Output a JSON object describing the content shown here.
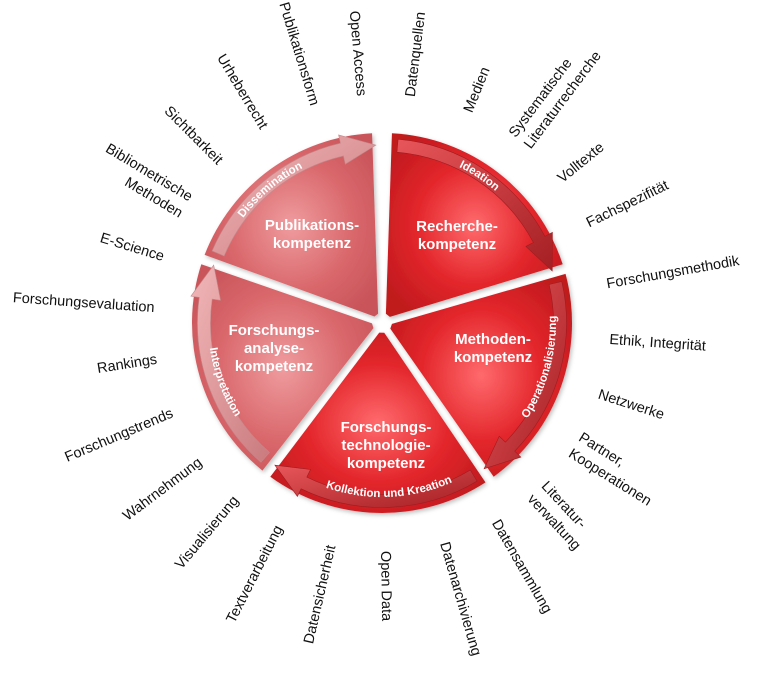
{
  "colors": {
    "accent": "#d41f23",
    "segment_light": "#d66469",
    "arrow_dark": "#b3282c",
    "arrow_light": "#d98e91"
  },
  "segments": [
    {
      "key": "recherche",
      "label_lines": [
        "Recherche-",
        "kompetenz"
      ],
      "phase": "Ideation"
    },
    {
      "key": "methoden",
      "label_lines": [
        "Methoden-",
        "kompetenz"
      ],
      "phase": "Operationalisierung"
    },
    {
      "key": "technologie",
      "label_lines": [
        "Forschungs-",
        "technologie-",
        "kompetenz"
      ],
      "phase": "Kollektion und Kreation"
    },
    {
      "key": "analyse",
      "label_lines": [
        "Forschungs-",
        "analyse-",
        "kompetenz"
      ],
      "phase": "Interpretation"
    },
    {
      "key": "publikation",
      "label_lines": [
        "Publikations-",
        "kompetenz"
      ],
      "phase": "Dissemination"
    }
  ],
  "outer_labels": [
    {
      "lines": [
        "Datenquellen"
      ]
    },
    {
      "lines": [
        "Medien"
      ]
    },
    {
      "lines": [
        "Systematische",
        "Literaturrecherche"
      ]
    },
    {
      "lines": [
        "Volltexte"
      ]
    },
    {
      "lines": [
        "Fachspezifität"
      ]
    },
    {
      "lines": [
        "Forschungsmethodik"
      ]
    },
    {
      "lines": [
        "Ethik, Integrität"
      ]
    },
    {
      "lines": [
        "Netzwerke"
      ]
    },
    {
      "lines": [
        "Partner,",
        "Kooperationen"
      ]
    },
    {
      "lines": [
        "Literatur-",
        "verwaltung"
      ]
    },
    {
      "lines": [
        "Datensammlung"
      ]
    },
    {
      "lines": [
        "Datenarchivierung"
      ]
    },
    {
      "lines": [
        "Open Data"
      ]
    },
    {
      "lines": [
        "Datensicherheit"
      ]
    },
    {
      "lines": [
        "Textverarbeitung"
      ]
    },
    {
      "lines": [
        "Visualisierung"
      ]
    },
    {
      "lines": [
        "Wahrnehmung"
      ]
    },
    {
      "lines": [
        "Forschungstrends"
      ]
    },
    {
      "lines": [
        "Rankings"
      ]
    },
    {
      "lines": [
        "Forschungsevaluation"
      ]
    },
    {
      "lines": [
        "E-Science"
      ]
    },
    {
      "lines": [
        "Bibliometrische",
        "Methoden"
      ]
    },
    {
      "lines": [
        "Sichtbarkeit"
      ]
    },
    {
      "lines": [
        "Urheberrecht"
      ]
    },
    {
      "lines": [
        "Publikationsform"
      ]
    },
    {
      "lines": [
        "Open Access"
      ]
    }
  ]
}
